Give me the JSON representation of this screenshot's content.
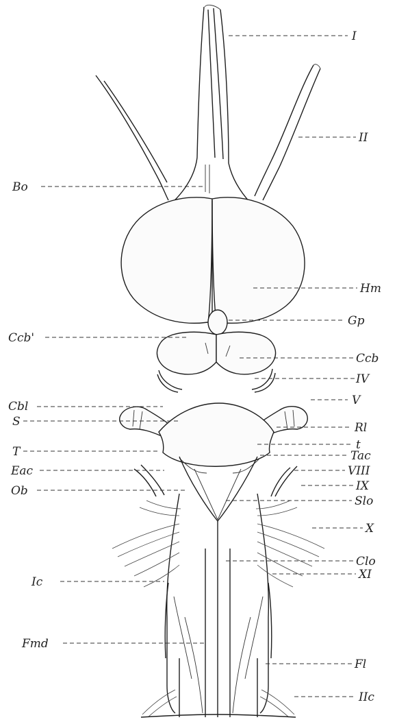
{
  "labels": {
    "left": [
      {
        "id": "Bo",
        "text": "Bo"
      },
      {
        "id": "Ccb_prime",
        "text": "Ccb'"
      },
      {
        "id": "Cbl",
        "text": "Cbl"
      },
      {
        "id": "S",
        "text": "S"
      },
      {
        "id": "T",
        "text": "T"
      },
      {
        "id": "Eac",
        "text": "Eac"
      },
      {
        "id": "Ob",
        "text": "Ob"
      },
      {
        "id": "Ic",
        "text": "Ic"
      },
      {
        "id": "Fmd",
        "text": "Fmd"
      }
    ],
    "right": [
      {
        "id": "I",
        "text": "I"
      },
      {
        "id": "II",
        "text": "II"
      },
      {
        "id": "Hm",
        "text": "Hm"
      },
      {
        "id": "Gp",
        "text": "Gp"
      },
      {
        "id": "Ccb",
        "text": "Ccb"
      },
      {
        "id": "IV",
        "text": "IV"
      },
      {
        "id": "V",
        "text": "V"
      },
      {
        "id": "Rl",
        "text": "Rl"
      },
      {
        "id": "t",
        "text": "t"
      },
      {
        "id": "Tac",
        "text": "Tac"
      },
      {
        "id": "VIII",
        "text": "VIII"
      },
      {
        "id": "IX",
        "text": "IX"
      },
      {
        "id": "Slo",
        "text": "Slo"
      },
      {
        "id": "X",
        "text": "X"
      },
      {
        "id": "Clo",
        "text": "Clo"
      },
      {
        "id": "XI",
        "text": "XI"
      },
      {
        "id": "Fl",
        "text": "Fl"
      },
      {
        "id": "IIc",
        "text": "IIc"
      }
    ]
  }
}
